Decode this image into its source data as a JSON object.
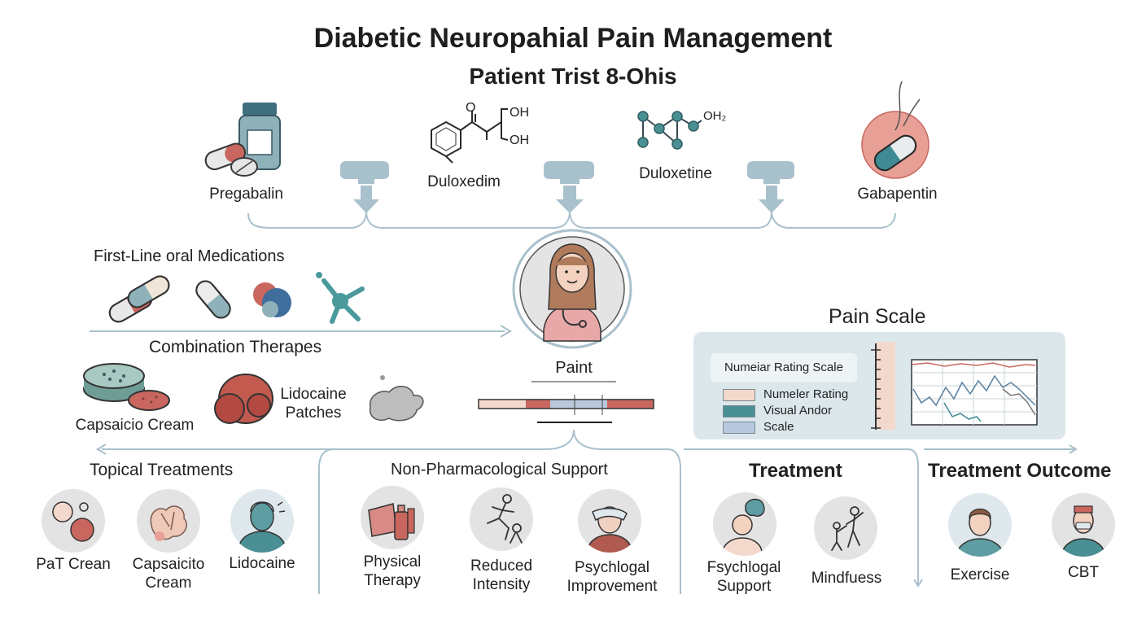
{
  "header": {
    "title": "Diabetic Neuropahial Pain Management",
    "subtitle": "Patient Trist 8-Ohis"
  },
  "top_drugs": [
    {
      "label": "Pregabalin",
      "icon": "pill-bottle-icon"
    },
    {
      "label": "Duloxedim",
      "icon": "molecule-structure-icon",
      "formula_labels": [
        "OH",
        "OH",
        "O"
      ]
    },
    {
      "label": "Duloxetine",
      "icon": "molecule-network-icon",
      "formula_labels": [
        "OH₂"
      ]
    },
    {
      "label": "Gabapentin",
      "icon": "capsule-sphere-icon"
    }
  ],
  "left_sections": {
    "first_line": "First-Line oral Medications",
    "combination": "Combination Therapes",
    "capsaicin": "Capsaicio Cream",
    "lidocaine_patches": "Lidocaine Patches"
  },
  "center": {
    "patient_label": "Paint",
    "patient_icon": "doctor-avatar-icon"
  },
  "pain_scale": {
    "title": "Pain Scale",
    "box_label": "Numeiar Rating Scale",
    "legend": [
      {
        "label": "Numeler Rating",
        "color": "#f3d9cc"
      },
      {
        "label": "Visual Andor",
        "color": "#4a8f93"
      },
      {
        "label": "Scale",
        "color": "#b9c8dc"
      }
    ],
    "colors": {
      "red_line": "#c9675f",
      "teal_line": "#3f8a94",
      "blue_line": "#5a7fa0",
      "gray_line": "#777777"
    }
  },
  "bottom": {
    "topical": {
      "title": "Topical Treatments",
      "items": [
        {
          "label": "PaT Crean",
          "icon": "cream-dots-icon"
        },
        {
          "label": "Capsaicito Cream",
          "icon": "pepper-hands-icon"
        },
        {
          "label": "Lidocaine",
          "icon": "person-patch-icon"
        }
      ]
    },
    "non_pharm": {
      "title": "Non-Pharmacological Support",
      "items": [
        {
          "label": "Physical Therapy",
          "icon": "therapy-kit-icon"
        },
        {
          "label": "Reduced Intensity",
          "icon": "running-figure-icon"
        },
        {
          "label": "Psychlogal Improvement",
          "icon": "person-mask-icon"
        }
      ]
    },
    "treatment": {
      "title": "Treatment",
      "items": [
        {
          "label": "Fsychlogal Support",
          "icon": "person-thought-icon"
        },
        {
          "label": "Mindfuess",
          "icon": "helping-figures-icon"
        }
      ]
    },
    "outcome": {
      "title": "Treatment Outcome",
      "items": [
        {
          "label": "Exercise",
          "icon": "man-avatar-icon"
        },
        {
          "label": "CBT",
          "icon": "woman-mask-avatar-icon"
        }
      ]
    }
  }
}
